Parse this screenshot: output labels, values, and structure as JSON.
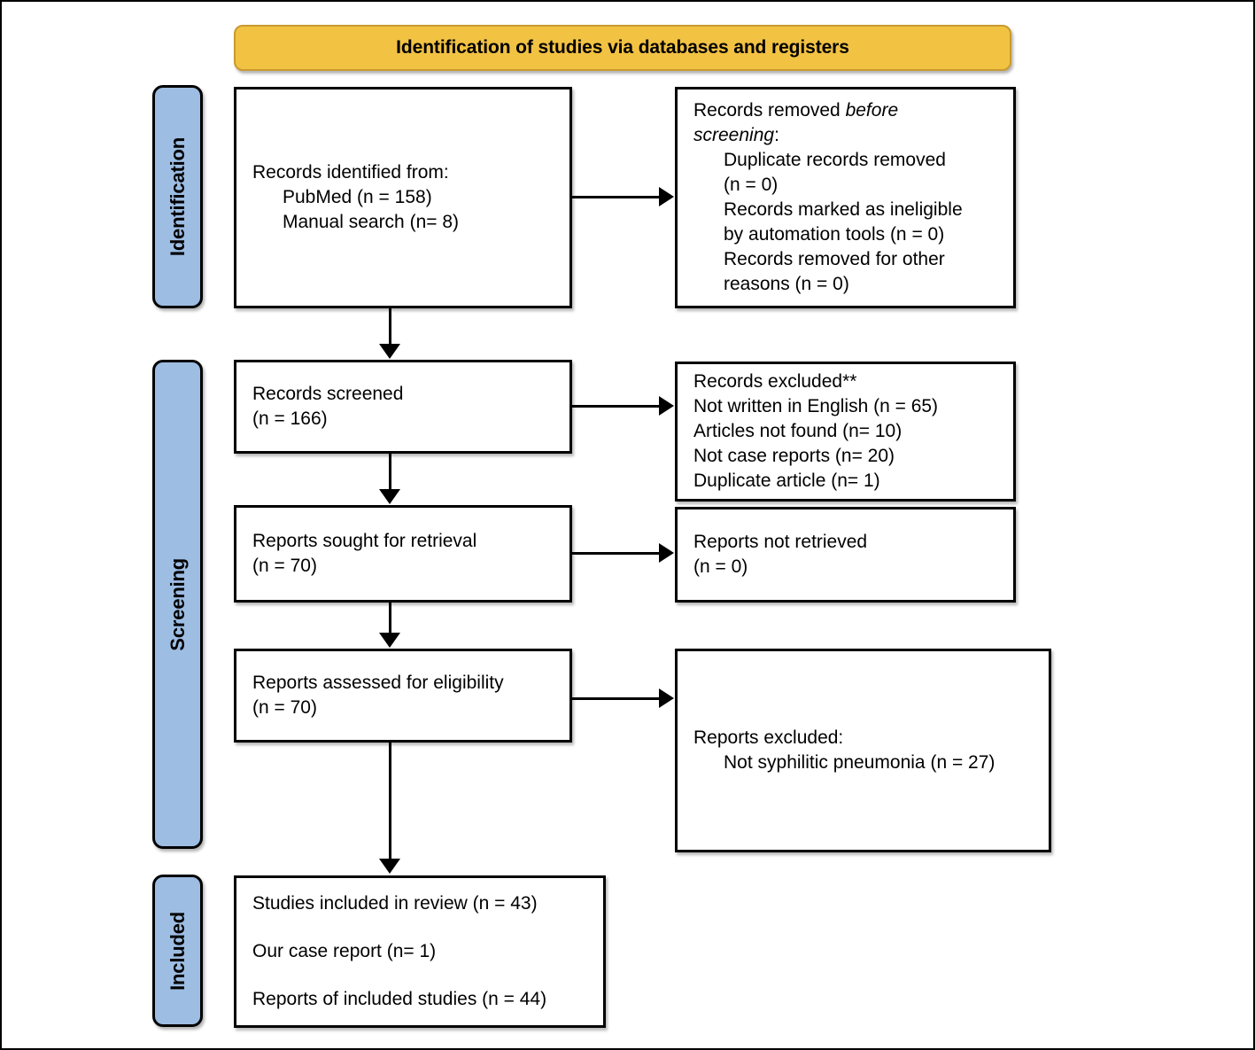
{
  "banner": {
    "title": "Identification of studies via databases and registers"
  },
  "colors": {
    "banner_fill": "#F2C243",
    "banner_border": "#C99A2E",
    "phase_fill": "#9DBDE3",
    "box_border": "#000000",
    "box_fill": "#FFFFFF"
  },
  "phases": {
    "identification": "Identification",
    "screening": "Screening",
    "included": "Included"
  },
  "boxes": {
    "identified": {
      "line1": "Records identified from:",
      "line2": "PubMed (n = 158)",
      "line3": "Manual search (n= 8)"
    },
    "removed": {
      "line1_a": "Records removed ",
      "line1_b": "before",
      "line2_a": "screening",
      "line2_b": ":",
      "line3": "Duplicate records removed",
      "line4": "(n = 0)",
      "line5": "Records marked as ineligible",
      "line6": "by automation tools (n = 0)",
      "line7": "Records removed for other",
      "line8": "reasons (n = 0)"
    },
    "screened": {
      "line1": "Records screened",
      "line2": "(n = 166)"
    },
    "records_excluded": {
      "line1": "Records excluded**",
      "line2": "Not written in English (n = 65)",
      "line3": "Articles not found (n= 10)",
      "line4": "Not case reports (n= 20)",
      "line5": "Duplicate article (n= 1)"
    },
    "sought": {
      "line1": "Reports sought for retrieval",
      "line2": "(n = 70)"
    },
    "not_retrieved": {
      "line1": "Reports not retrieved",
      "line2": "(n = 0)"
    },
    "assessed": {
      "line1": "Reports assessed for eligibility",
      "line2": "(n = 70)"
    },
    "reports_excluded": {
      "line1": "Reports excluded:",
      "line2": "Not syphilitic pneumonia (n = 27)"
    },
    "included": {
      "line1": "Studies included in review (n = 43)",
      "line2": "Our case report (n= 1)",
      "line3": "Reports of included studies (n = 44)"
    }
  }
}
